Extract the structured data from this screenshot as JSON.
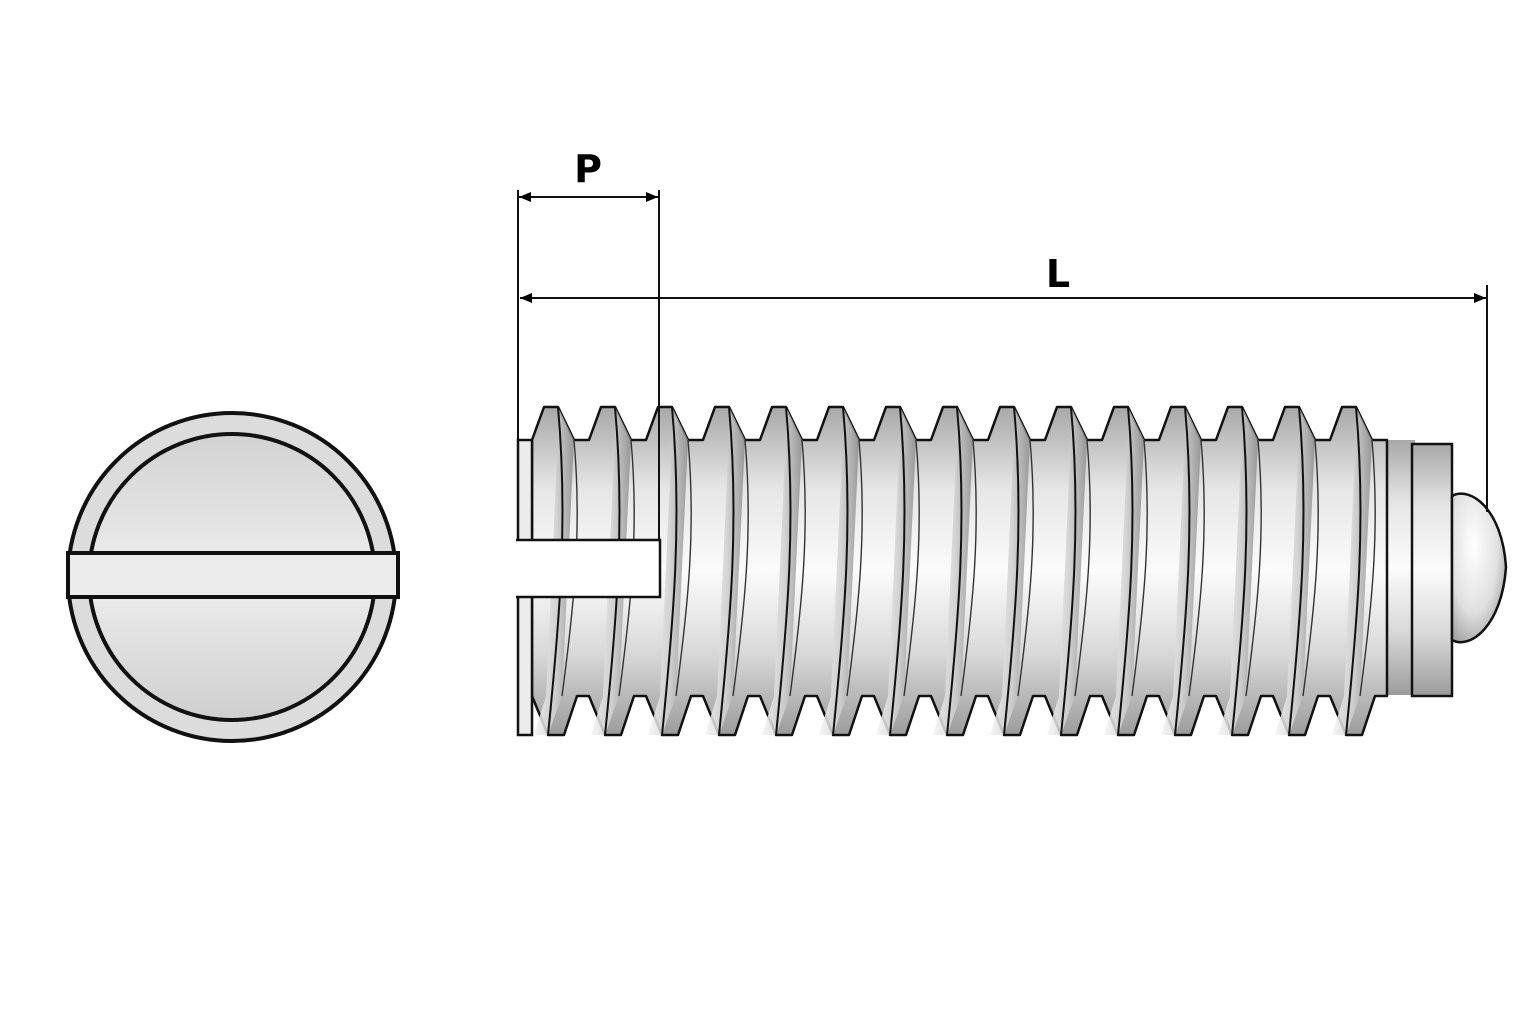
{
  "dimensions": {
    "pitch_label": "P",
    "length_label": "L"
  },
  "views": {
    "end_view": {
      "feature": "slotted-drive"
    },
    "side_view": {
      "feature": "threaded-body-with-ball-tip",
      "visible_thread_crests": 15
    }
  },
  "colors": {
    "background": "#ffffff",
    "outline": "#111111",
    "face_fill": "#e3e3e3",
    "slot_fill": "#ececec",
    "thread_light": "#f2f2f2",
    "thread_mid": "#c9c9c9",
    "thread_dark": "#8f8f8f",
    "ball_light": "#fafafa",
    "ball_dark": "#9a9a9a"
  }
}
